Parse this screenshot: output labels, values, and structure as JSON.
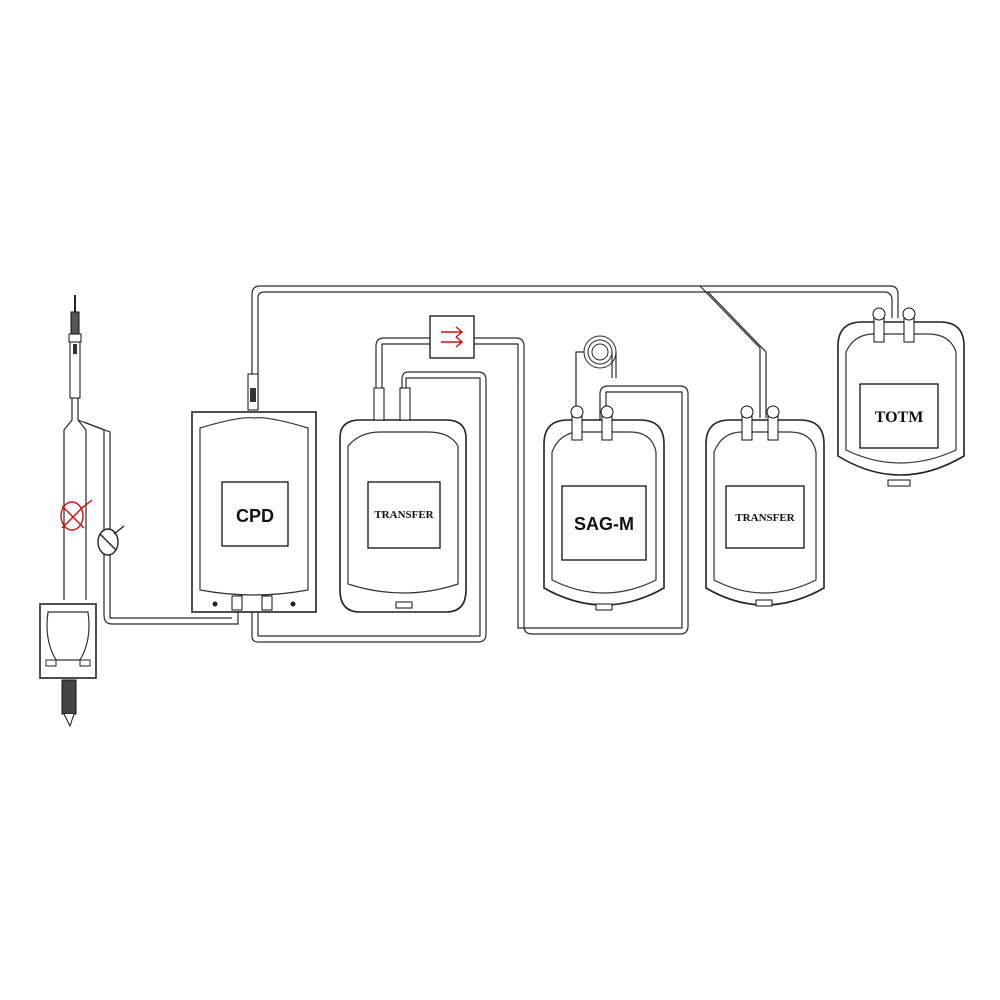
{
  "bags": {
    "cpd": "CPD",
    "transfer1": "TRANSFER",
    "sagm": "SAG-M",
    "transfer2": "TRANSFER",
    "totm": "TOTM"
  },
  "colors": {
    "line": "#222222",
    "accent": "#d01010"
  },
  "icons": {
    "clamp_open": "clamp-open-icon",
    "clamp_closed": "clamp-closed-icon",
    "filter": "filter-arrows-icon"
  }
}
